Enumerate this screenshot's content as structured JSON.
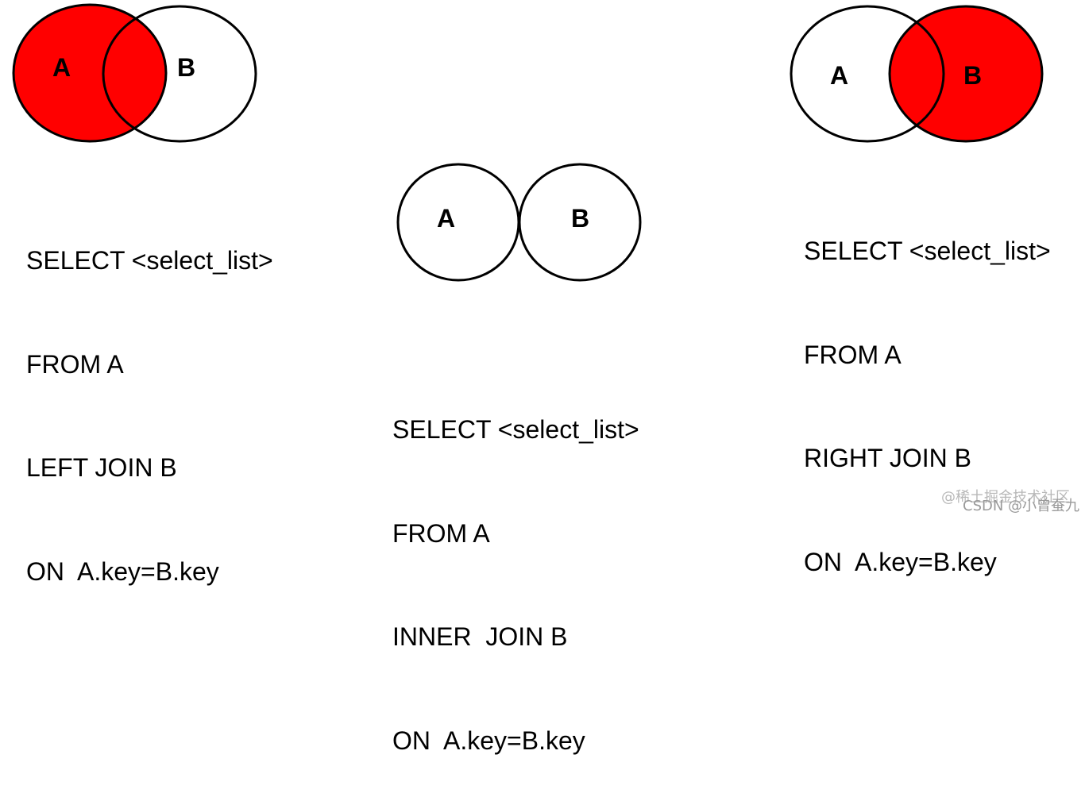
{
  "colors": {
    "highlight": "#ff0000",
    "outline": "#000000",
    "background": "#ffffff"
  },
  "left_join": {
    "label_a": "A",
    "label_b": "B",
    "sql": [
      "SELECT <select_list>",
      "FROM A",
      "LEFT JOIN B",
      "ON  A.key=B.key"
    ]
  },
  "inner_join": {
    "label_a": "A",
    "label_b": "B",
    "sql": [
      "SELECT <select_list>",
      "FROM A",
      "INNER  JOIN B",
      "ON  A.key=B.key"
    ]
  },
  "right_join": {
    "label_a": "A",
    "label_b": "B",
    "sql": [
      "SELECT <select_list>",
      "FROM A",
      "RIGHT JOIN B",
      "ON  A.key=B.key"
    ]
  },
  "watermarks": {
    "juejin": "@稀土掘金技术社区",
    "csdn": "CSDN @小曾蚕九"
  }
}
